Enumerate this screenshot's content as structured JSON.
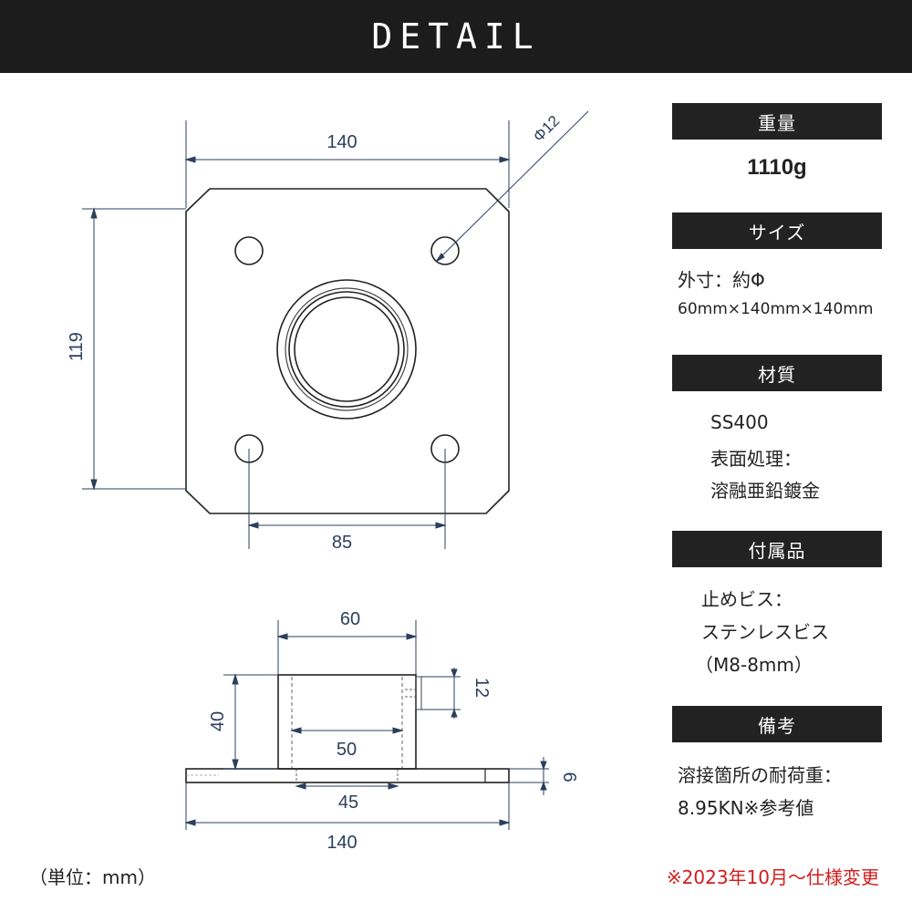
{
  "header": {
    "title": "DETAIL"
  },
  "drawing": {
    "top_view": {
      "width": "140",
      "height": "119",
      "hole_spacing": "85",
      "hole_diameter": "Φ12"
    },
    "side_view": {
      "outer_diameter": "60",
      "inner_diameter": "50",
      "height": "40",
      "slot": "12",
      "base_span": "45",
      "plate_thickness": "6",
      "plate_width": "140"
    }
  },
  "specs": {
    "weight": {
      "heading": "重量",
      "value": "1110g"
    },
    "size": {
      "heading": "サイズ",
      "line1": "外寸：約Φ",
      "line2": "60mm×140mm×140mm"
    },
    "material": {
      "heading": "材質",
      "line1": "SS400",
      "line2": "表面処理：",
      "line3": "溶融亜鉛鍍金"
    },
    "accessories": {
      "heading": "付属品",
      "line1": "止めビス：",
      "line2": "ステンレスビス",
      "line3": "（M8-8mm）"
    },
    "notes": {
      "heading": "備考",
      "line1": "溶接箇所の耐荷重：",
      "line2": "8.95KN※参考値"
    }
  },
  "footer": {
    "unit": "（単位：mm）",
    "change_note": "※2023年10月～仕様変更"
  },
  "colors": {
    "header_bg": "#1c1c1c",
    "dimension": "#2b3f5c",
    "accent_red": "#d11c1c"
  }
}
